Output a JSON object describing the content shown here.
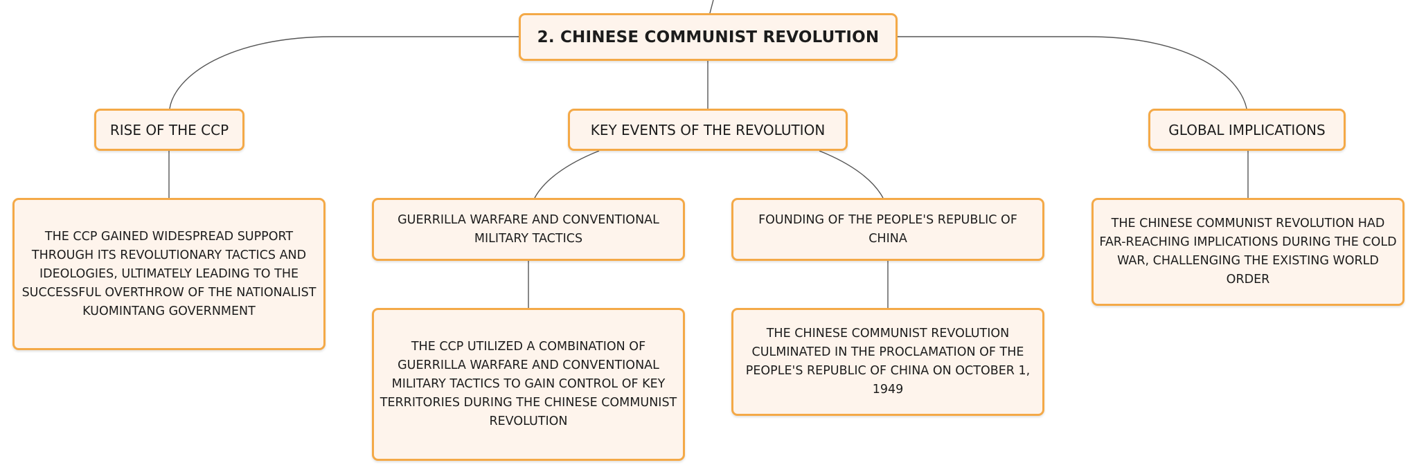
{
  "mindmap": {
    "root": "2. CHINESE COMMUNIST REVOLUTION",
    "branches": [
      {
        "title": "RISE OF THE CCP",
        "detail": "THE CCP GAINED WIDESPREAD SUPPORT THROUGH ITS REVOLUTIONARY TACTICS AND IDEOLOGIES, ULTIMATELY LEADING TO THE SUCCESSFUL OVERTHROW OF THE NATIONALIST KUOMINTANG GOVERNMENT"
      },
      {
        "title": "KEY EVENTS OF THE REVOLUTION",
        "children": [
          {
            "title": "GUERRILLA WARFARE AND CONVENTIONAL MILITARY TACTICS",
            "detail": "THE CCP UTILIZED A COMBINATION OF GUERRILLA WARFARE AND CONVENTIONAL MILITARY TACTICS TO GAIN CONTROL OF KEY TERRITORIES DURING THE CHINESE COMMUNIST REVOLUTION"
          },
          {
            "title": "FOUNDING OF THE PEOPLE'S REPUBLIC OF CHINA",
            "detail": "THE CHINESE COMMUNIST REVOLUTION CULMINATED IN THE PROCLAMATION OF THE PEOPLE'S REPUBLIC OF CHINA ON OCTOBER 1, 1949"
          }
        ]
      },
      {
        "title": "GLOBAL IMPLICATIONS",
        "detail": "THE CHINESE COMMUNIST REVOLUTION HAD FAR-REACHING IMPLICATIONS DURING THE COLD WAR, CHALLENGING THE EXISTING WORLD ORDER"
      }
    ]
  },
  "colors": {
    "node_fill": "#fef4ec",
    "node_border": "#f4a947",
    "connector": "#555555",
    "text": "#1c1c1c"
  }
}
